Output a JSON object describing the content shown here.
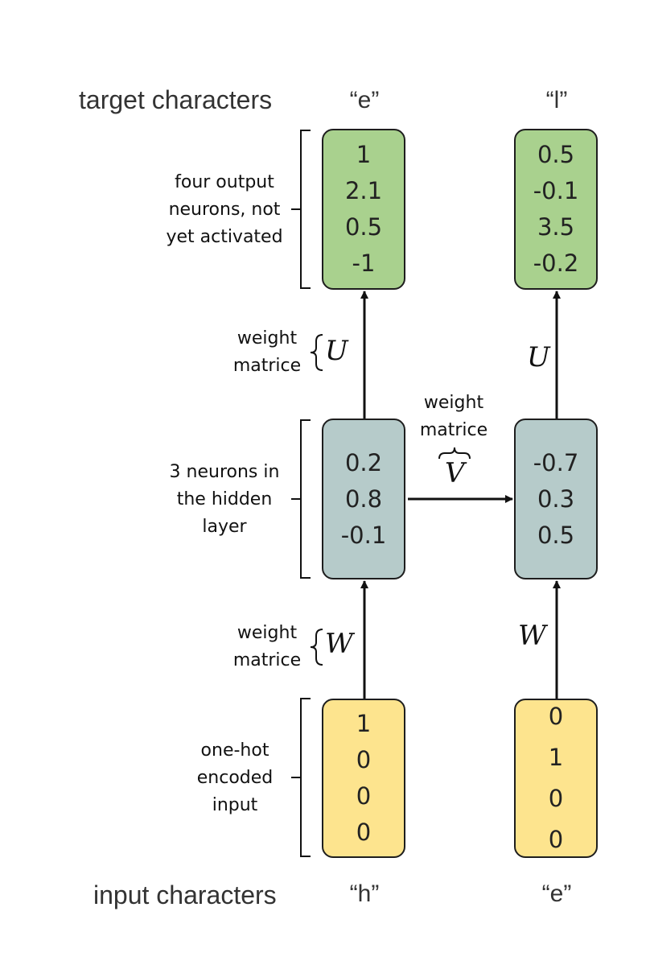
{
  "labels": {
    "target_row": "target characters",
    "input_row": "input characters"
  },
  "columns": [
    {
      "target_char": "“e”",
      "input_char": "“h”",
      "output": [
        "1",
        "2.1",
        "0.5",
        "-1"
      ],
      "hidden": [
        "0.2",
        "0.8",
        "-0.1"
      ],
      "input": [
        "1",
        "0",
        "0",
        "0"
      ]
    },
    {
      "target_char": "“l”",
      "input_char": "“e”",
      "output": [
        "0.5",
        "-0.1",
        "3.5",
        "-0.2"
      ],
      "hidden": [
        "-0.7",
        "0.3",
        "0.5"
      ],
      "input": [
        "0",
        "1",
        "0",
        "0"
      ]
    }
  ],
  "annotations": {
    "output_layer": [
      "four output",
      "neurons, not",
      "yet activated"
    ],
    "hidden_layer": [
      "3 neurons in",
      "the hidden",
      "layer"
    ],
    "input_layer": [
      "one-hot",
      "encoded",
      "input"
    ],
    "weight_matrice": [
      "weight",
      "matrice"
    ]
  },
  "matrices": {
    "U": "U",
    "V": "V",
    "W": "W"
  },
  "colors": {
    "output_fill": "#a9d18e",
    "hidden_fill": "#b6cbca",
    "input_fill": "#fde48e",
    "stroke": "#1e1e1e"
  }
}
